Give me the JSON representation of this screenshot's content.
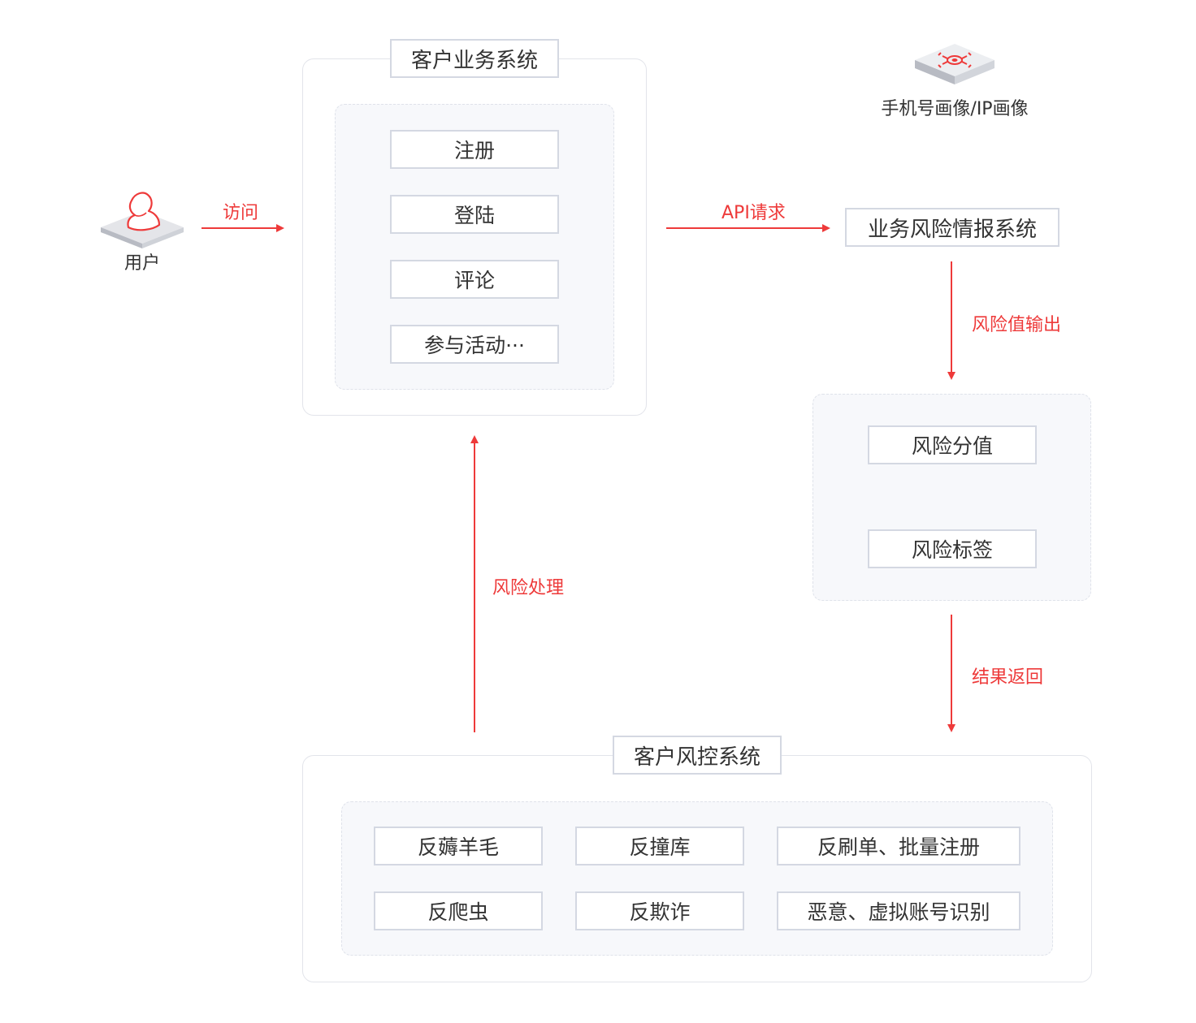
{
  "user": {
    "label": "用户"
  },
  "profile": {
    "label": "手机号画像/IP画像"
  },
  "business_system": {
    "title": "客户业务系统",
    "items": [
      "注册",
      "登陆",
      "评论",
      "参与活动···"
    ]
  },
  "intel_system": {
    "title": "业务风险情报系统"
  },
  "risk_output": {
    "items": [
      "风险分值",
      "风险标签"
    ]
  },
  "risk_control": {
    "title": "客户风控系统",
    "items": [
      "反薅羊毛",
      "反撞库",
      "反刷单、批量注册",
      "反爬虫",
      "反欺诈",
      "恶意、虚拟账号识别"
    ]
  },
  "arrows": {
    "visit": "访问",
    "api_request": "API请求",
    "risk_value_output": "风险值输出",
    "result_return": "结果返回",
    "risk_handling": "风险处理"
  },
  "colors": {
    "accent": "#ee3a3a",
    "border": "#d4d8e2",
    "panel": "#f7f8fb"
  }
}
